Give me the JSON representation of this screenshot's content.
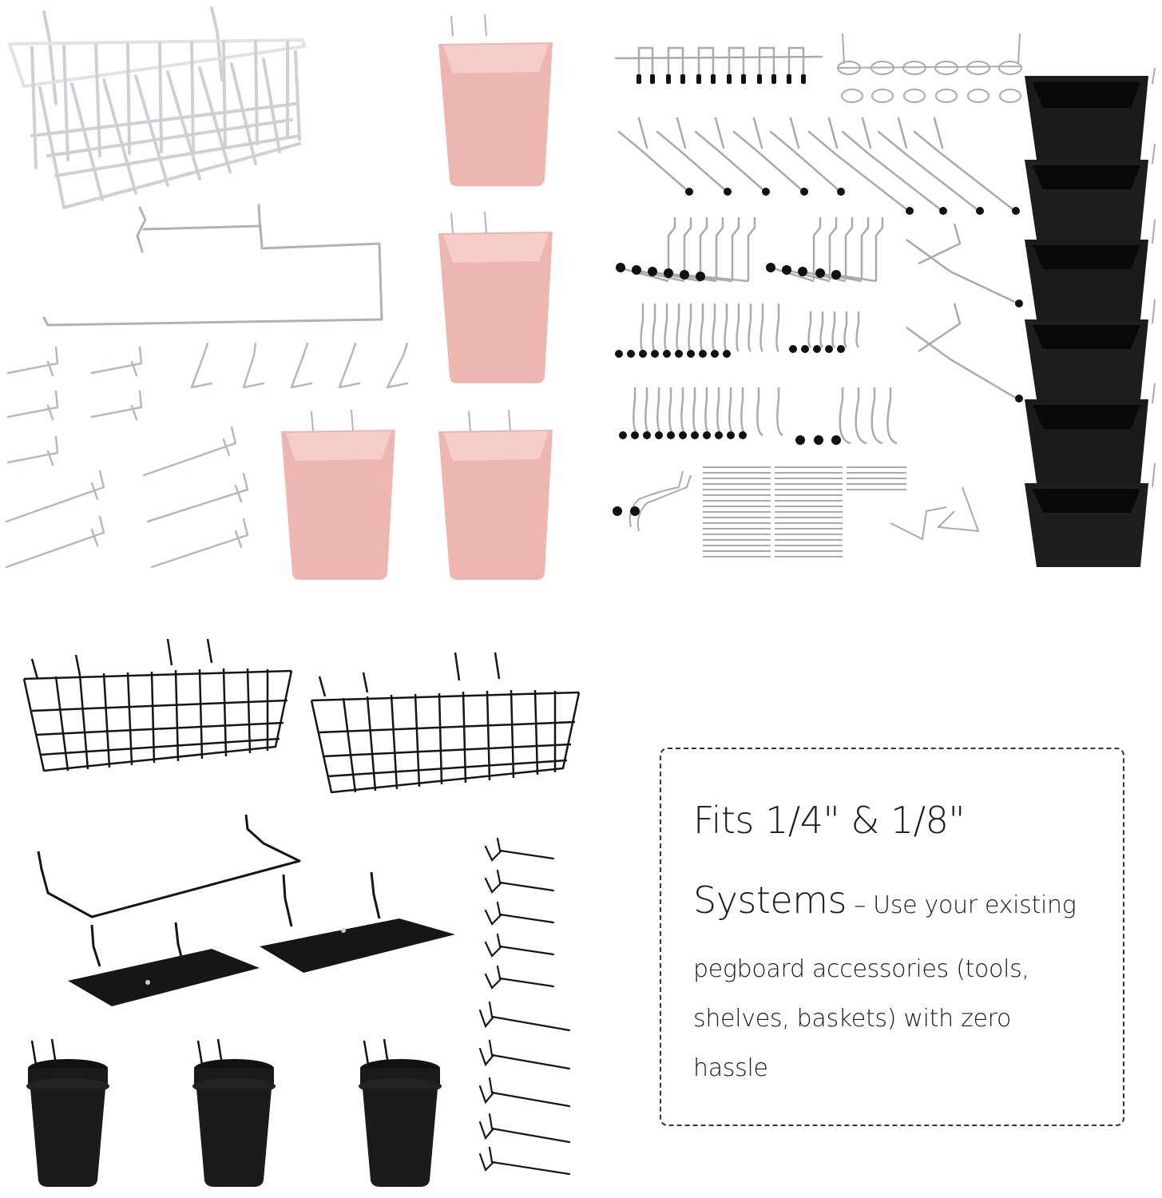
{
  "image": {
    "description": "Pegboard accessories kit product image",
    "background": "#ffffff"
  },
  "products": {
    "white_set": {
      "items": [
        "white-wire-basket",
        "paper-towel-holder",
        "pink-cup-1",
        "pink-cup-2",
        "pink-cup-3",
        "pink-cup-4",
        "white-pegboard-hooks"
      ],
      "colors": {
        "wire": "#e6e8ec",
        "wire_stroke": "#c7cad0",
        "cup": "#f0b8b3",
        "cup_rim": "#f6cbc6",
        "chrome": "#b9bcc1"
      }
    },
    "chrome_set": {
      "items": [
        "hook-rail-straight",
        "ring-rail",
        "single-hooks-long",
        "j-hooks",
        "l-hooks",
        "double-hooks",
        "spring-clips",
        "black-bins"
      ],
      "colors": {
        "chrome": "#a9adb3",
        "tip": "#1a1a1a",
        "bin": "#1c1c1c",
        "bin_inner": "#0d0d0d"
      }
    },
    "black_set": {
      "items": [
        "black-wire-basket-1",
        "black-wire-basket-2",
        "black-towel-bar",
        "black-shelf-1",
        "black-shelf-2",
        "black-cups",
        "black-hooks"
      ],
      "colors": {
        "metal": "#141414"
      }
    }
  },
  "textbox": {
    "line1": "Fits 1/4\" & 1/8\"",
    "line2_big": "Systems",
    "line2_small": " – Use your existing",
    "line3": "pegboard accessories (tools,",
    "line4": "shelves, baskets) with zero",
    "line5": "hassle",
    "border_color": "#333333",
    "text_color": "#1a1a1a"
  }
}
